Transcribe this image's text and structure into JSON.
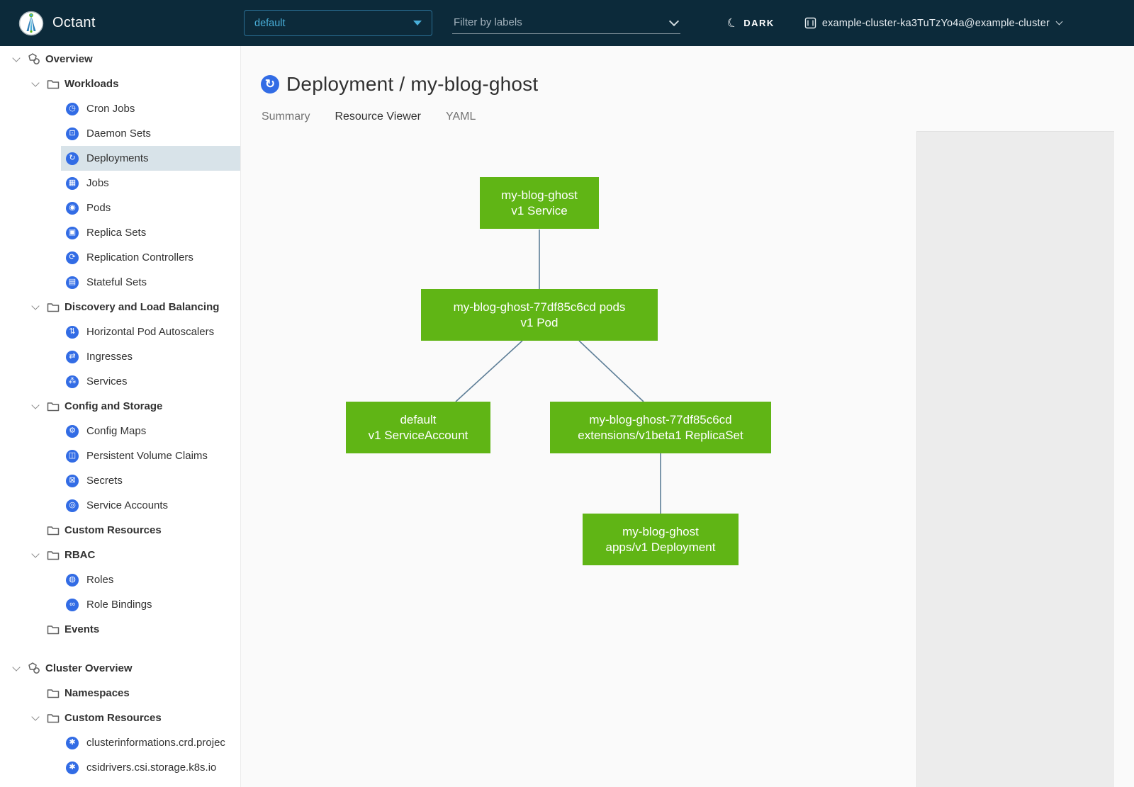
{
  "header": {
    "brand": "Octant",
    "namespace_value": "default",
    "filter_placeholder": "Filter by labels",
    "theme_label": "DARK",
    "context_label": "example-cluster-ka3TuTzYo4a@example-cluster"
  },
  "sidebar": {
    "items": [
      {
        "label": "Overview"
      },
      {
        "label": "Workloads"
      },
      {
        "label": "Cron Jobs"
      },
      {
        "label": "Daemon Sets"
      },
      {
        "label": "Deployments",
        "selected": true
      },
      {
        "label": "Jobs"
      },
      {
        "label": "Pods"
      },
      {
        "label": "Replica Sets"
      },
      {
        "label": "Replication Controllers"
      },
      {
        "label": "Stateful Sets"
      },
      {
        "label": "Discovery and Load Balancing"
      },
      {
        "label": "Horizontal Pod Autoscalers"
      },
      {
        "label": "Ingresses"
      },
      {
        "label": "Services"
      },
      {
        "label": "Config and Storage"
      },
      {
        "label": "Config Maps"
      },
      {
        "label": "Persistent Volume Claims"
      },
      {
        "label": "Secrets"
      },
      {
        "label": "Service Accounts"
      },
      {
        "label": "Custom Resources"
      },
      {
        "label": "RBAC"
      },
      {
        "label": "Roles"
      },
      {
        "label": "Role Bindings"
      },
      {
        "label": "Events"
      },
      {
        "label": "Cluster Overview"
      },
      {
        "label": "Namespaces"
      },
      {
        "label": "Custom Resources"
      },
      {
        "label": "clusterinformations.crd.projec"
      },
      {
        "label": "csidrivers.csi.storage.k8s.io"
      }
    ]
  },
  "main": {
    "title": "Deployment / my-blog-ghost",
    "tabs": [
      {
        "label": "Summary",
        "active": false
      },
      {
        "label": "Resource Viewer",
        "active": true
      },
      {
        "label": "YAML",
        "active": false
      }
    ]
  },
  "graph": {
    "nodes": [
      {
        "id": "service",
        "line1": "my-blog-ghost",
        "line2": "v1 Service"
      },
      {
        "id": "pod",
        "line1": "my-blog-ghost-77df85c6cd pods",
        "line2": "v1 Pod"
      },
      {
        "id": "serviceaccount",
        "line1": "default",
        "line2": "v1 ServiceAccount"
      },
      {
        "id": "replicaset",
        "line1": "my-blog-ghost-77df85c6cd",
        "line2": "extensions/v1beta1 ReplicaSet"
      },
      {
        "id": "deployment",
        "line1": "my-blog-ghost",
        "line2": "apps/v1 Deployment"
      }
    ],
    "edges": [
      {
        "from": "service",
        "to": "pod"
      },
      {
        "from": "pod",
        "to": "serviceaccount"
      },
      {
        "from": "pod",
        "to": "replicaset"
      },
      {
        "from": "replicaset",
        "to": "deployment"
      }
    ]
  },
  "colors": {
    "header_bg": "#0c2a3a",
    "node_green": "#60b515",
    "edge_line": "#5d7e97",
    "k8s_blue": "#326ce5",
    "accent_blue": "#49afd9",
    "tab_underline": "#0072a3",
    "selected_row_bg": "#d8e3e9"
  },
  "icons": {
    "cron_jobs": "◷",
    "daemon_sets": "⊡",
    "deployments": "↻",
    "jobs": "▦",
    "pods": "◉",
    "replica_sets": "▣",
    "replication_controllers": "⟳",
    "stateful_sets": "▤",
    "horizontal_pod_autoscalers": "⇅",
    "ingresses": "⇄",
    "services": "⁂",
    "config_maps": "⚙",
    "persistent_volume_claims": "◫",
    "secrets": "⊠",
    "service_accounts": "◎",
    "roles": "◍",
    "role_bindings": "∞",
    "crd": "✱",
    "deployment_title": "↻",
    "moon": "☾"
  }
}
